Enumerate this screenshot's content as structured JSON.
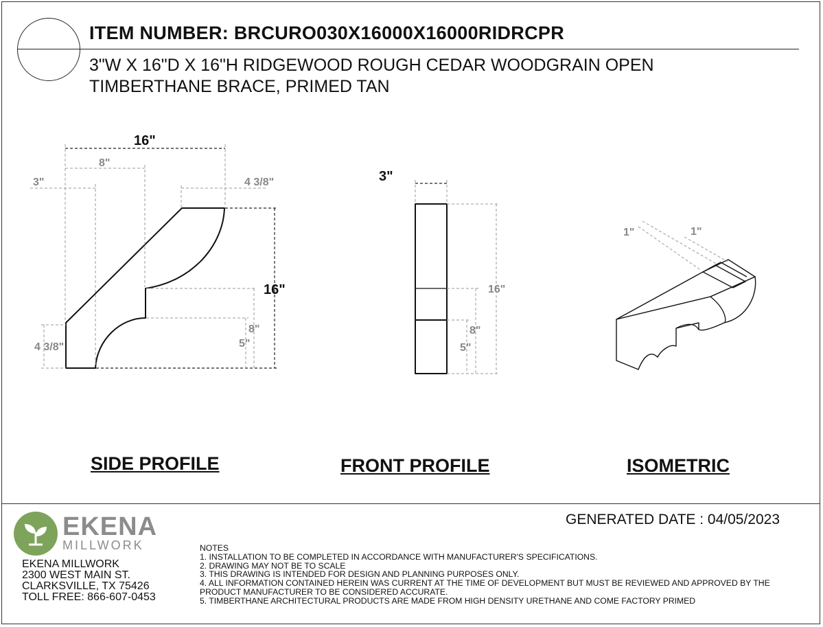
{
  "title_block": {
    "item_number": "ITEM NUMBER: BRCURO030X16000X16000RIDRCPR",
    "description_line1": "3\"W X 16\"D X 16\"H RIDGEWOOD ROUGH CEDAR WOODGRAIN OPEN",
    "description_line2": "TIMBERTHANE BRACE, PRIMED TAN"
  },
  "side_profile": {
    "label": "SIDE PROFILE",
    "dim_overall_depth": "16\"",
    "dim_8": "8\"",
    "dim_3": "3\"",
    "dim_top": "4 3/8\"",
    "dim_overall_height": "16\"",
    "dim_height_8": "8\"",
    "dim_height_5": "5\"",
    "dim_bottom": "4 3/8\""
  },
  "front_profile": {
    "label": "FRONT PROFILE",
    "dim_width": "3\"",
    "dim_height": "16\"",
    "dim_height_8": "8\"",
    "dim_height_5": "5\""
  },
  "isometric": {
    "label": "ISOMETRIC",
    "dim_left": "1\"",
    "dim_right": "1\""
  },
  "footer": {
    "brand_name": "EKENA",
    "brand_sub": "MILLWORK",
    "company_name": "EKENA MILLWORK",
    "address1": "2300 WEST MAIN ST.",
    "address2": "CLARKSVILLE, TX 75426",
    "phone": "TOLL FREE: 866-607-0453",
    "generated_date": "GENERATED DATE : 04/05/2023",
    "notes_title": "NOTES",
    "notes": [
      "1. INSTALLATION TO BE COMPLETED IN ACCORDANCE WITH MANUFACTURER'S SPECIFICATIONS.",
      "2. DRAWING MAY NOT BE TO SCALE",
      "3. THIS DRAWING IS INTENDED FOR DESIGN AND PLANNING PURPOSES ONLY.",
      "4. ALL INFORMATION CONTAINED HEREIN WAS CURRENT AT THE TIME OF DEVELOPMENT BUT MUST BE REVIEWED AND APPROVED BY THE PRODUCT MANUFACTURER TO BE CONSIDERED ACCURATE.",
      "5. TIMBERTHANE ARCHITECTURAL PRODUCTS ARE MADE FROM HIGH DENSITY URETHANE AND COME FACTORY PRIMED"
    ]
  }
}
